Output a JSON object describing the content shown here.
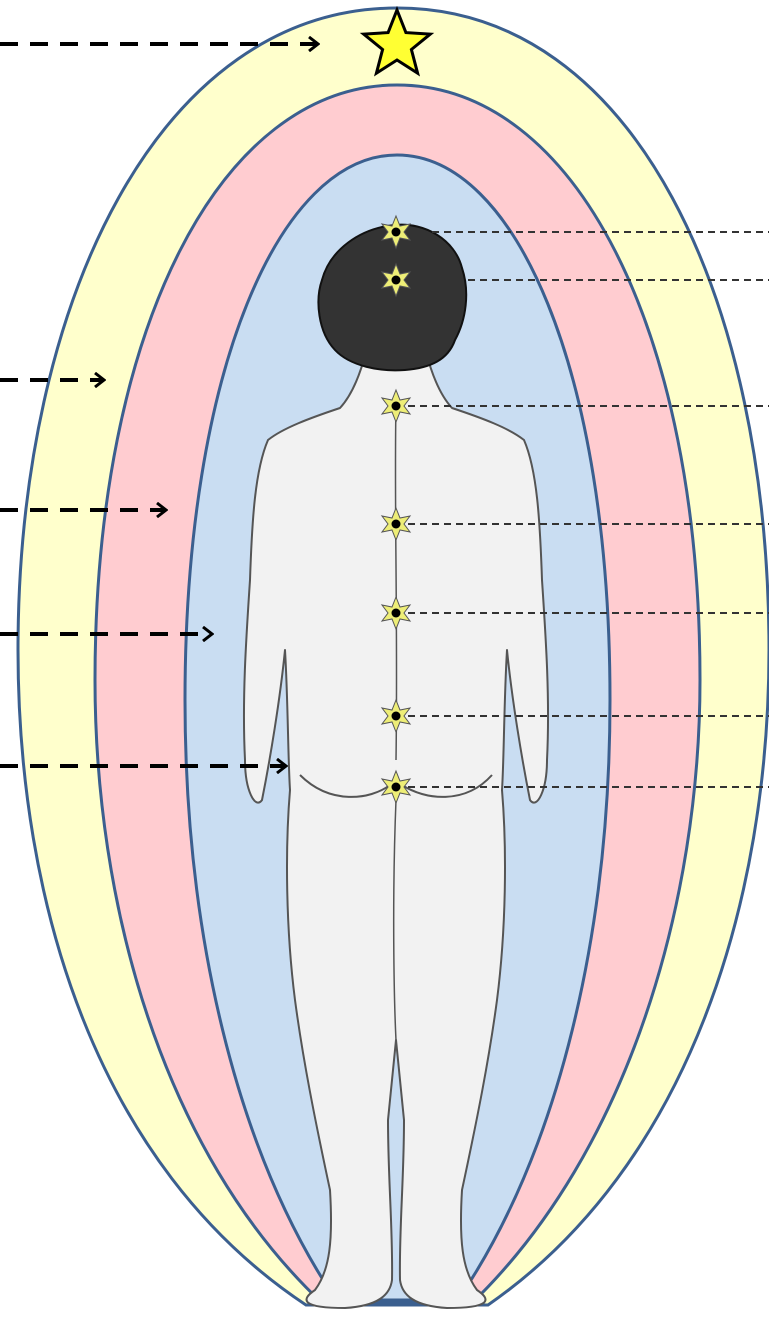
{
  "colors": {
    "outer_aura": "#FFFFCC",
    "middle_aura": "#FFCCD0",
    "inner_aura": "#C9DDF2",
    "aura_outline": "#3B5F8F",
    "star_fill": "#FFFF33",
    "body_fill": "#F2F2F2",
    "body_outline": "#555555",
    "hair": "#333333",
    "chakra_fill": "#EEEE77",
    "pointer": "#000000"
  },
  "icons": {
    "crown_star": "star-icon",
    "chakra_marker": "chakra-star-icon"
  },
  "figure": "human-figure-back-view",
  "aura_layers": [
    "outer",
    "middle",
    "inner"
  ],
  "chakra_points": [
    "top-of-head",
    "back-of-head",
    "neck",
    "upper-back",
    "mid-back",
    "lower-back",
    "sacrum"
  ],
  "left_pointers": [
    "crown-star",
    "outer-aura",
    "middle-aura",
    "inner-aura",
    "body"
  ]
}
